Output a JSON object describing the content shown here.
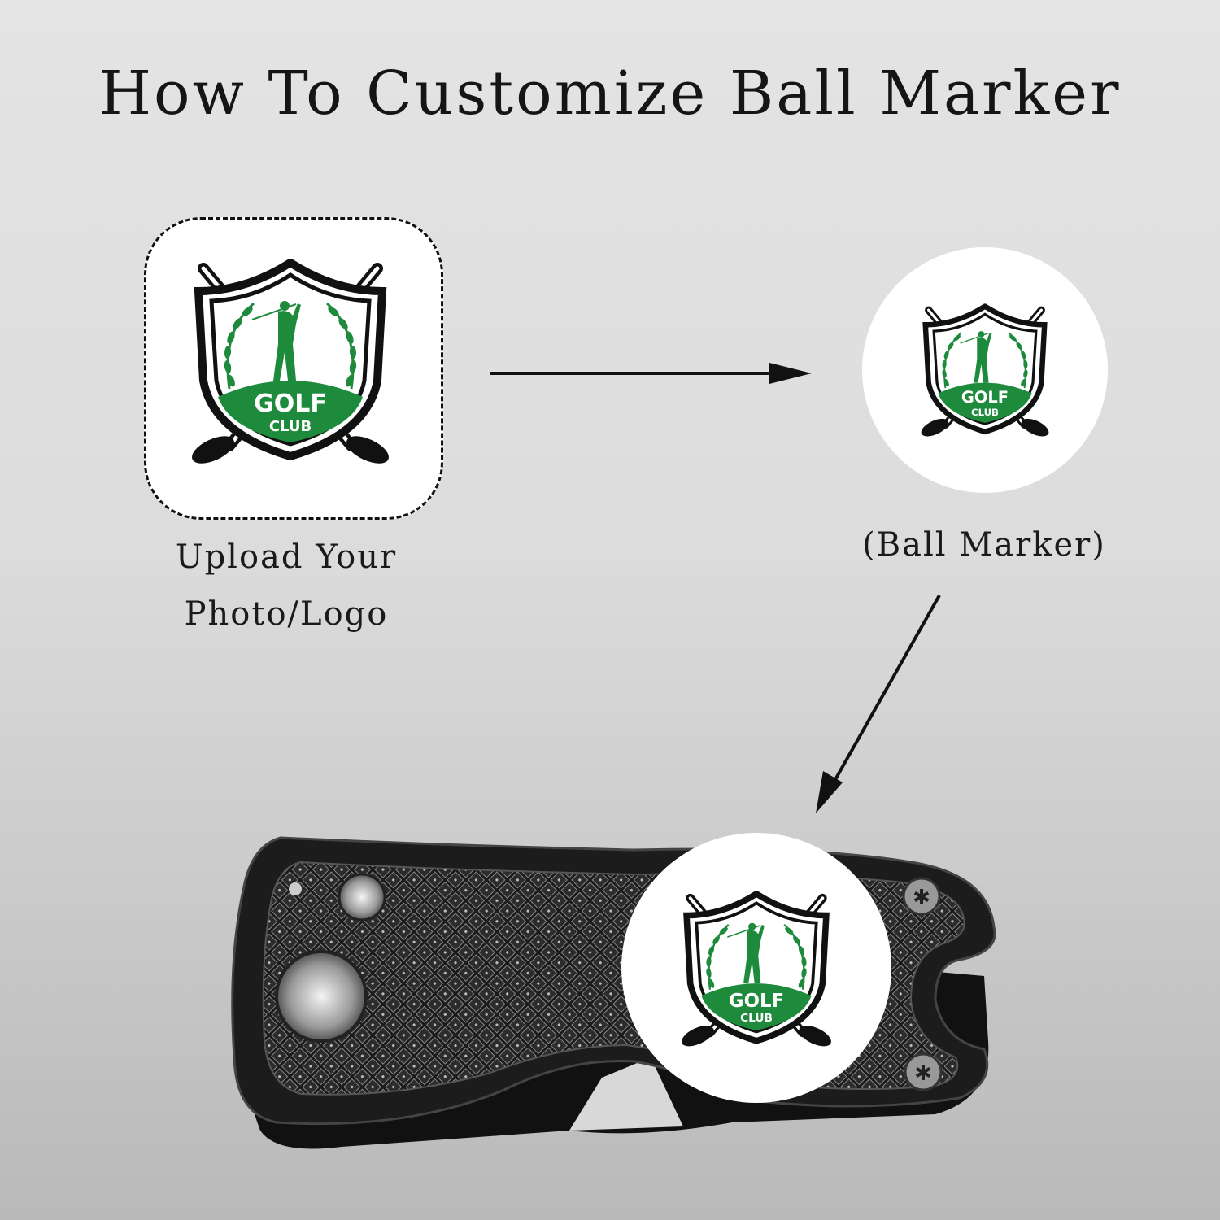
{
  "title": "How To Customize Ball Marker",
  "steps": {
    "upload_label_line1": "Upload Your",
    "upload_label_line2": "Photo/Logo",
    "marker_label": "(Ball Marker)"
  },
  "logo": {
    "line1": "GOLF",
    "line2": "CLUB"
  },
  "colors": {
    "logo_green": "#1e8a3c",
    "outline": "#111111",
    "tool_body": "#1a1a1a"
  }
}
